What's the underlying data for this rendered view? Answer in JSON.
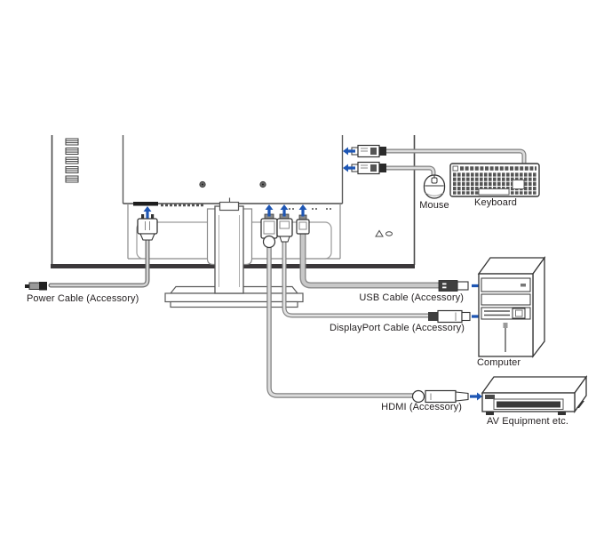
{
  "diagram": {
    "type": "monitor-rear-connection-diagram",
    "labels": {
      "power_cable": "Power Cable (Accessory)",
      "usb_cable": "USB Cable (Accessory)",
      "displayport_cable": "DisplayPort Cable (Accessory)",
      "hdmi_cable": "HDMI (Accessory)",
      "mouse": "Mouse",
      "keyboard": "Keyboard",
      "computer": "Computer",
      "av_equipment": "AV Equipment etc."
    },
    "icons": {
      "up-arrow-icon": "▲ plug-in direction arrow",
      "left-arrow-icon": "◀ plug-in direction arrow",
      "right-arrow-icon": "▶ plug-in direction arrow",
      "mouse-icon": "mouse outline drawing",
      "keyboard-icon": "keyboard outline drawing",
      "computer-icon": "desktop tower outline drawing",
      "av-equipment-icon": "AV player outline drawing"
    },
    "colors": {
      "arrow_blue": "#1e56b4",
      "line_dark": "#3a3a3a",
      "cable_gray": "#808080",
      "cable_core": "#dcdcdc",
      "text_color": "#231f20"
    }
  }
}
